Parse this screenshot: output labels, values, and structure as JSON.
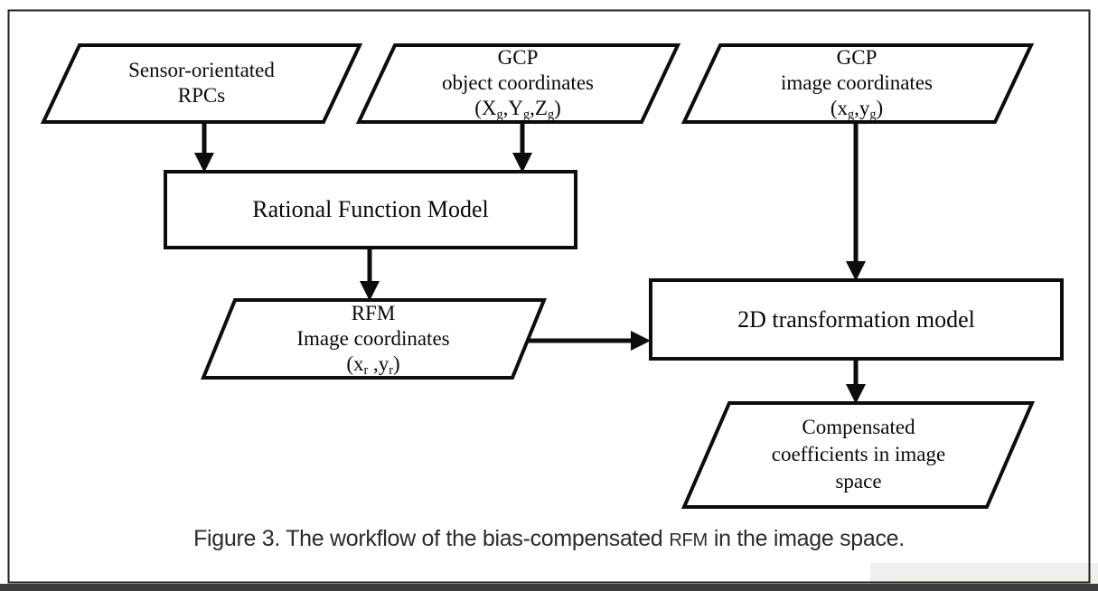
{
  "figure": {
    "caption": {
      "prefix": "Figure 3. The workflow of the bias-compensated",
      "acronym": "RFM",
      "suffix": "in the image space."
    },
    "nodes": {
      "sensor_rpcs": {
        "line1": "Sensor-orientated",
        "line2": "RPCs"
      },
      "gcp_object": {
        "line1": "GCP",
        "line2": "object coordinates",
        "coords": [
          "(X",
          "g",
          ",Y",
          "g",
          ",Z",
          "g",
          ")"
        ]
      },
      "gcp_image": {
        "line1": "GCP",
        "line2": "image coordinates",
        "coords": [
          "(x",
          "g",
          ",y",
          "g",
          ")"
        ]
      },
      "rational_function_model": {
        "label": "Rational Function Model"
      },
      "rfm_image_coords": {
        "line1": "RFM",
        "line2": "Image coordinates",
        "coords": [
          "(x",
          "r",
          " ,y",
          "r",
          ")"
        ]
      },
      "transformation_model": {
        "label": "2D transformation model"
      },
      "compensated_coefficients": {
        "line1": "Compensated",
        "line2": "coefficients in image",
        "line3": "space"
      }
    },
    "edges": [
      {
        "from": "sensor_rpcs",
        "to": "rational_function_model"
      },
      {
        "from": "gcp_object",
        "to": "rational_function_model"
      },
      {
        "from": "gcp_image",
        "to": "transformation_model"
      },
      {
        "from": "rational_function_model",
        "to": "rfm_image_coords"
      },
      {
        "from": "rfm_image_coords",
        "to": "transformation_model"
      },
      {
        "from": "transformation_model",
        "to": "compensated_coefficients"
      }
    ],
    "colors": {
      "ink": "#0d0d0d",
      "caption_ink": "#2b2b2b",
      "border": "#1f1f1f",
      "bottom_bar": "#3d3d3d",
      "scan_patch": "#f1efec",
      "background": "#ffffff"
    }
  }
}
